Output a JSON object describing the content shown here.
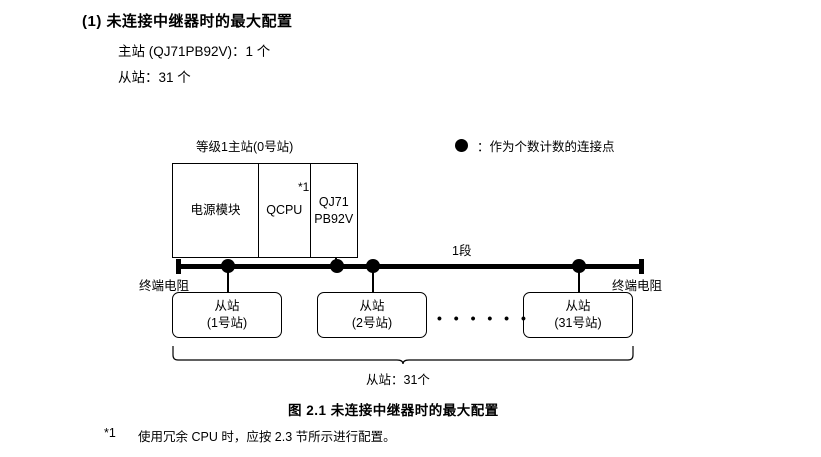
{
  "heading": "(1) 未连接中继器时的最大配置",
  "specs": {
    "master": "主站 (QJ71PB92V)：1 个",
    "slave": "从站：31 个"
  },
  "legend": {
    "icon": "filled-circle-icon",
    "text": "：作为个数计数的连接点"
  },
  "diagram": {
    "master_caption": "等级1主站(0号站)",
    "master_unit": {
      "power_module": "电源模块",
      "cpu": "QCPU",
      "network_line1": "QJ71",
      "network_line2": "PB92V",
      "footnote_mark": "*1"
    },
    "segment_label": "1段",
    "terminator_left": "终端电阻",
    "terminator_right": "终端电阻",
    "slaves": [
      {
        "title": "从站",
        "sub": "(1号站)"
      },
      {
        "title": "从站",
        "sub": "(2号站)"
      },
      {
        "title": "从站",
        "sub": "(31号站)"
      }
    ],
    "ellipsis": "• • • • • •",
    "brace_label": "从站：31个"
  },
  "figure_caption": "图 2.1  未连接中继器时的最大配置",
  "footnote": {
    "mark": "*1",
    "text": "使用冗余 CPU 时，应按 2.3 节所示进行配置。"
  }
}
